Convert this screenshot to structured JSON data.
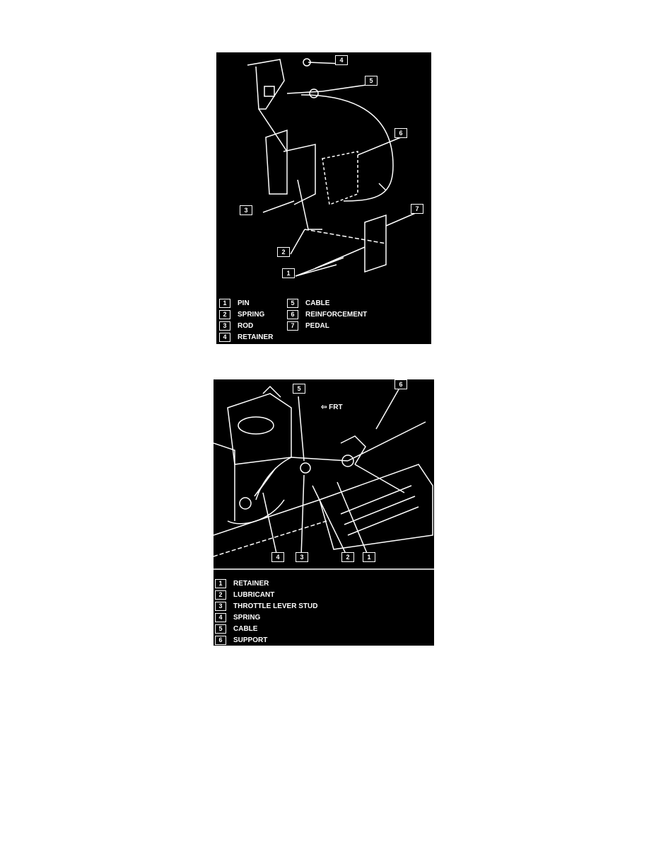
{
  "figure1": {
    "callouts": [
      "1",
      "2",
      "3",
      "4",
      "5",
      "6",
      "7"
    ],
    "legend": [
      {
        "num": "1",
        "label": "PIN"
      },
      {
        "num": "2",
        "label": "SPRING"
      },
      {
        "num": "3",
        "label": "ROD"
      },
      {
        "num": "4",
        "label": "RETAINER"
      },
      {
        "num": "5",
        "label": "CABLE"
      },
      {
        "num": "6",
        "label": "REINFORCEMENT"
      },
      {
        "num": "7",
        "label": "PEDAL"
      }
    ]
  },
  "figure2": {
    "direction_label": "FRT",
    "callouts": [
      "1",
      "2",
      "3",
      "4",
      "5",
      "6"
    ],
    "legend": [
      {
        "num": "1",
        "label": "RETAINER"
      },
      {
        "num": "2",
        "label": "LUBRICANT"
      },
      {
        "num": "3",
        "label": "THROTTLE LEVER STUD"
      },
      {
        "num": "4",
        "label": "SPRING"
      },
      {
        "num": "5",
        "label": "CABLE"
      },
      {
        "num": "6",
        "label": "SUPPORT"
      }
    ]
  }
}
